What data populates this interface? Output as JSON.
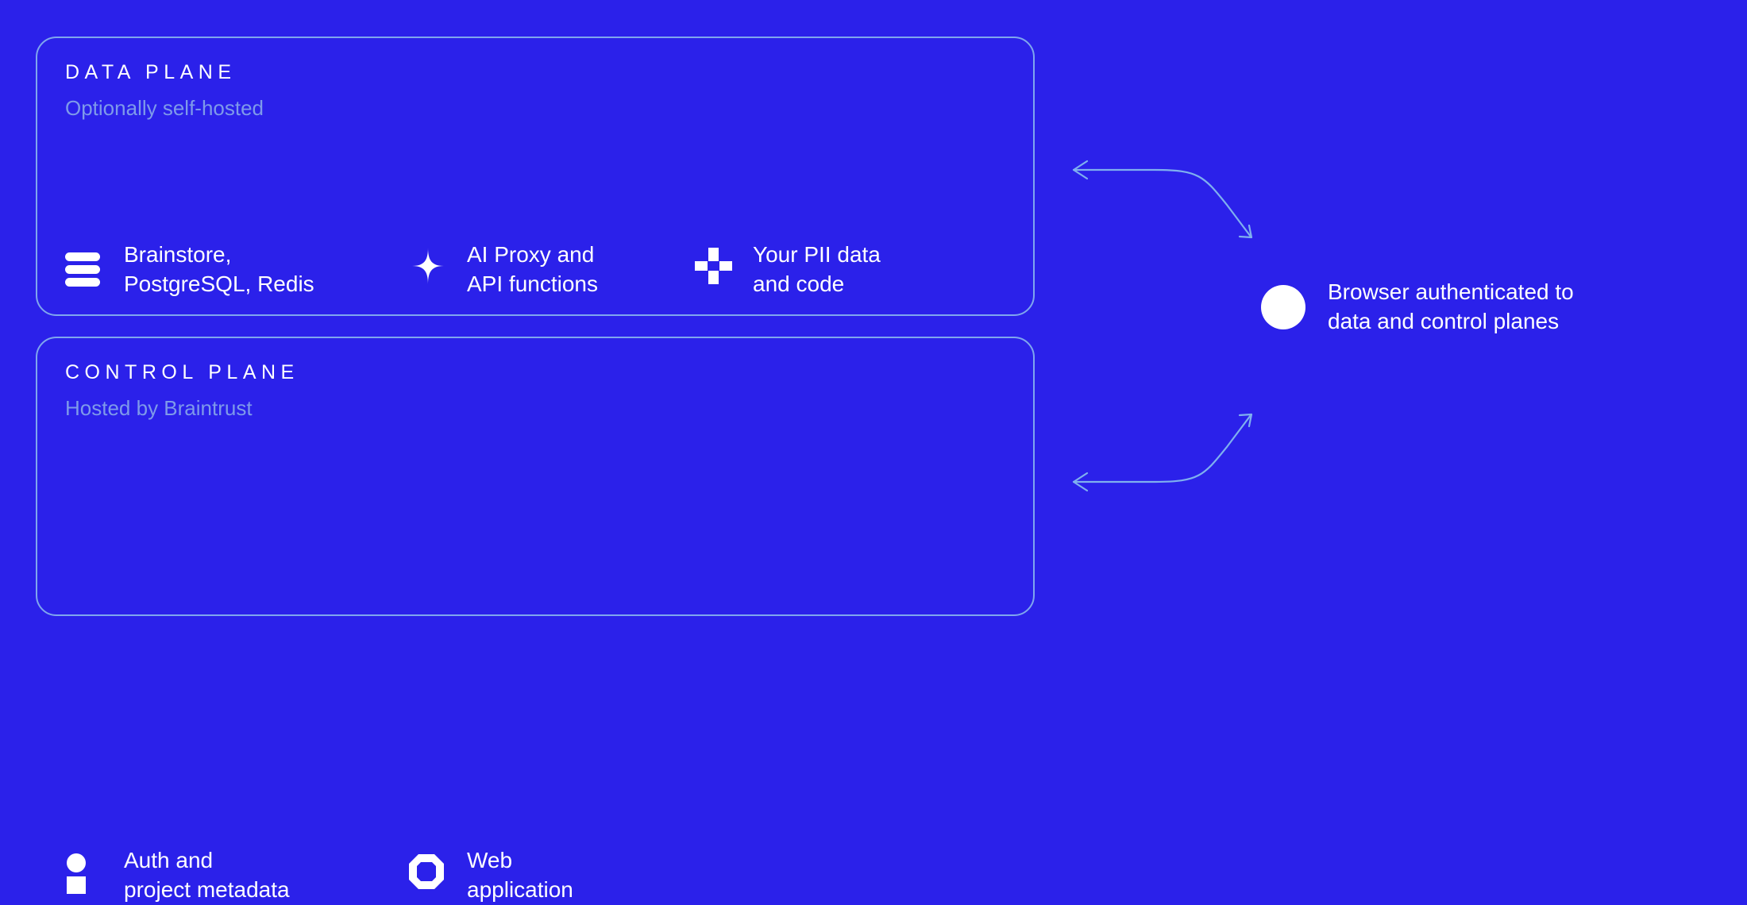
{
  "theme": {
    "background": "#2b21ea",
    "box_border": "#7fa6ee",
    "subtitle_text": "#7e9aea",
    "primary_text": "#ffffff",
    "connector": "#7fb0ef"
  },
  "planes": [
    {
      "id": "data-plane",
      "title": "DATA PLANE",
      "subtitle": "Optionally self-hosted",
      "features": [
        {
          "id": "brainstore",
          "icon": "stack-bars-icon",
          "label": "Brainstore,\nPostgreSQL, Redis"
        },
        {
          "id": "aiproxy",
          "icon": "sparkle-icon",
          "label": "AI Proxy and\nAPI functions"
        },
        {
          "id": "pii",
          "icon": "plus-icon",
          "label": "Your PII data\nand code"
        }
      ]
    },
    {
      "id": "control-plane",
      "title": "CONTROL PLANE",
      "subtitle": "Hosted by Braintrust",
      "features": [
        {
          "id": "auth",
          "icon": "person-icon",
          "label": "Auth and\nproject metadata"
        },
        {
          "id": "web",
          "icon": "octagon-icon",
          "label": "Web\napplication"
        }
      ]
    }
  ],
  "browser_node": {
    "icon": "circle-node-icon",
    "label": "Browser authenticated to\ndata and control planes"
  },
  "connectors": [
    {
      "id": "data-plane-connector",
      "from": "data-plane",
      "to": "browser-node",
      "arrowheads": "both"
    },
    {
      "id": "control-plane-connector",
      "from": "control-plane",
      "to": "browser-node",
      "arrowheads": "both"
    }
  ]
}
